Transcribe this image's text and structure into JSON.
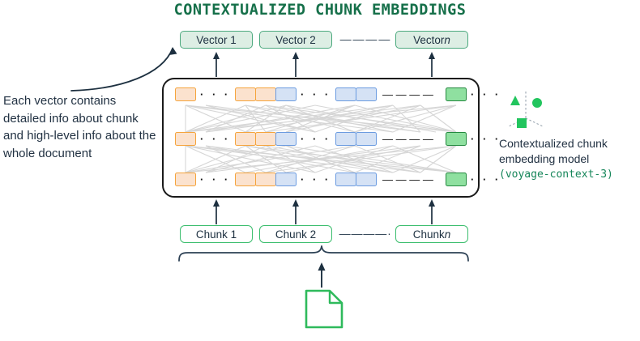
{
  "title": "CONTEXTUALIZED CHUNK EMBEDDINGS",
  "colors": {
    "title_green": "#16704a",
    "vector_fill": "#ddeee4",
    "vector_border": "#4ca97e",
    "chunk_border": "#3cbe6e",
    "node_orange_fill": "#fbe2ce",
    "node_orange_border": "#f5a43c",
    "node_blue_fill": "#d5e2f5",
    "node_blue_border": "#6b9be0",
    "node_green_fill": "#8fe0a0",
    "node_green_border": "#24893f",
    "panel_border": "#1a1a1a",
    "edge_gray": "#d2d2d2",
    "text_dark": "#223243",
    "code_green": "#16865a",
    "doc_icon_green": "#2fba5c",
    "arrow_dark": "#1d3040"
  },
  "vectors": {
    "items": [
      {
        "label": "Vector 1",
        "italic_suffix": ""
      },
      {
        "label": "Vector 2",
        "italic_suffix": ""
      },
      {
        "label": "Vector ",
        "italic_suffix": "n"
      }
    ],
    "separator": "— — — —"
  },
  "chunks": {
    "items": [
      {
        "label": "Chunk 1",
        "italic_suffix": ""
      },
      {
        "label": "Chunk 2",
        "italic_suffix": ""
      },
      {
        "label": "Chunk ",
        "italic_suffix": "n"
      }
    ],
    "separator": "— — — — ·"
  },
  "network": {
    "row_dots": "· · ·",
    "row_dashes": "— — — —",
    "rows": 3,
    "groups": [
      "orange",
      "blue",
      "green"
    ]
  },
  "annotations": {
    "left_note": "Each vector contains detailed info about chunk and high-level info about the whole document",
    "legend_title": "Contextualized chunk embedding model",
    "legend_code": "(voyage-context-3)"
  },
  "icons": {
    "document": "document-icon",
    "model": "model-shapes-icon"
  }
}
